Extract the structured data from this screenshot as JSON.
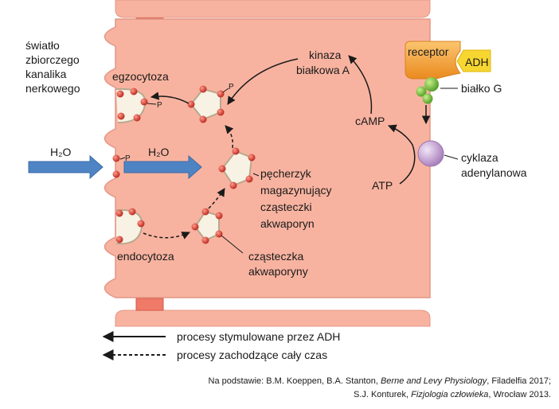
{
  "labels": {
    "lumen": [
      "światło",
      "zbiorczego",
      "kanalika",
      "nerkowego"
    ],
    "egzocytoza": "egzocytoza",
    "endocytoza": "endocytoza",
    "kinaza": [
      "kinaza",
      "białkowa A"
    ],
    "camp": "cAMP",
    "atp": "ATP",
    "receptor": "receptor",
    "adh": "ADH",
    "bialko_g": "białko G",
    "cyklaza": [
      "cyklaza",
      "adenylanowa"
    ],
    "h2o_out": "H₂O",
    "h2o_in": "H₂O",
    "p": "P",
    "pecherzyk": [
      "pęcherzyk",
      "magazynujący",
      "cząsteczki",
      "akwaporyn"
    ],
    "czasteczka": [
      "cząsteczka",
      "akwaporyny"
    ]
  },
  "legend": {
    "solid": "procesy stymulowane przez ADH",
    "dashed": "procesy zachodzące cały czas"
  },
  "citation": {
    "line1_prefix": "Na podstawie: B.M. Koeppen, B.A. Stanton, ",
    "line1_title": "Berne and Levy Physiology",
    "line1_suffix": ", Filadelfia 2017;",
    "line2_prefix": "S.J. Konturek, ",
    "line2_title": "Fizjologia człowieka",
    "line2_suffix": ", Wrocław 2013."
  },
  "colors": {
    "cell": "#f8b3a0",
    "cell_edge": "#e49585",
    "junction": "#ef7a68",
    "arrow_blue": "#4f84c4",
    "receptor": "#f5a640",
    "adh": "#f7d631",
    "g_protein": "#7cc242",
    "cyclase": "#c9a5d6",
    "aquaporin": "#d9352b",
    "vesicle": "#f7f2e4"
  }
}
